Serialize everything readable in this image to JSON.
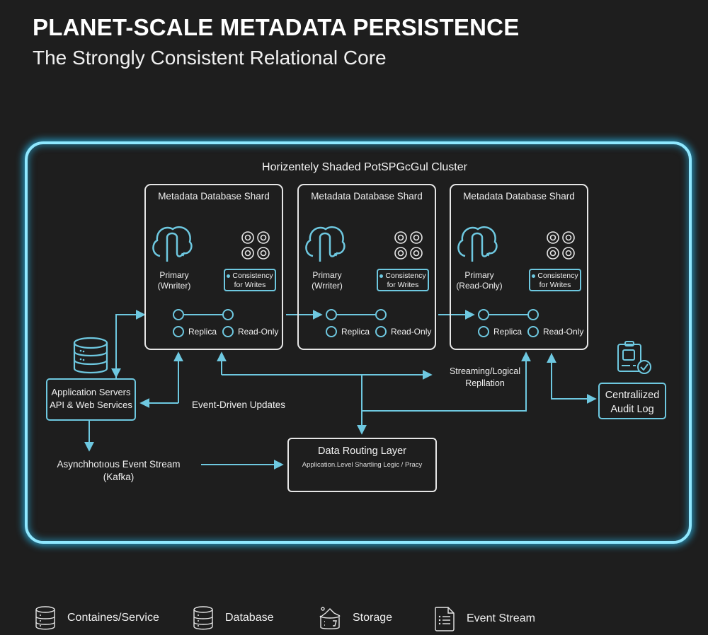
{
  "header": {
    "title": "PLANET-SCALE METADATA PERSISTENCE",
    "subtitle": "The Strongly Consistent Relational Core"
  },
  "cluster": {
    "title": "Horizentely Shaded PotSPGcGul Cluster",
    "shards": [
      {
        "title": "Metadata Database Shard",
        "role_line1": "Primary",
        "role_line2": "(Wnriter)",
        "consistency_line1": "Consistency",
        "consistency_line2": "for Writes",
        "replica_label": "Replica",
        "readonly_label": "Read-Only"
      },
      {
        "title": "Metadata Database Shard",
        "role_line1": "Primary",
        "role_line2": "(Wrriter)",
        "consistency_line1": "Consistency",
        "consistency_line2": "for Writes",
        "replica_label": "Replica",
        "readonly_label": "Read-Only"
      },
      {
        "title": "Metadata Database Shard",
        "role_line1": "Primary",
        "role_line2": "(Read-Only)",
        "consistency_line1": "Consistency",
        "consistency_line2": "for Writes",
        "replica_label": "Replica",
        "readonly_label": "Read-Only"
      }
    ]
  },
  "nodes": {
    "app_servers": {
      "line1": "Application Servers",
      "line2": "API & Web Services"
    },
    "event_stream": {
      "line1": "Asynchhotıous Event Stream",
      "line2": "(Kafka)"
    },
    "routing": {
      "title": "Data Routing Layer",
      "subtitle": "Application.Level Shartling Legic / Pracy"
    },
    "audit": {
      "line1": "Centraliized",
      "line2": "Audit Log"
    }
  },
  "edge_labels": {
    "event_driven": "Event-Driven Updates",
    "streaming_line1": "Streaming/Logical",
    "streaming_line2": "Repllation"
  },
  "legend": [
    {
      "icon": "container-icon",
      "label": "Containes/Service"
    },
    {
      "icon": "database-icon",
      "label": "Database"
    },
    {
      "icon": "storage-icon",
      "label": "Storage"
    },
    {
      "icon": "document-icon",
      "label": "Event Stream"
    }
  ],
  "colors": {
    "background": "#1e1e1e",
    "accent": "#6ec8e0",
    "neon": "#8fe8ff",
    "text": "#f0f0f0"
  }
}
